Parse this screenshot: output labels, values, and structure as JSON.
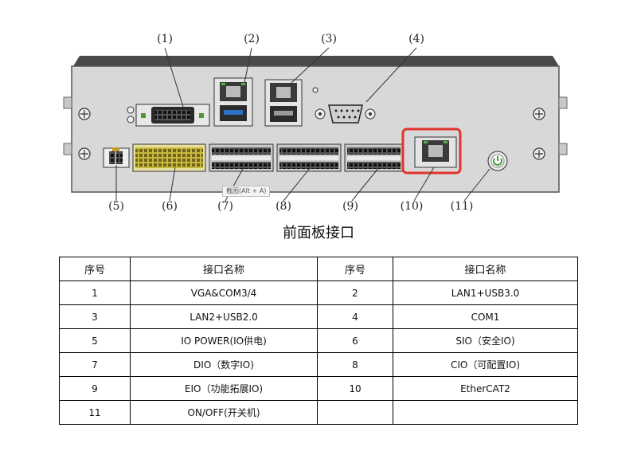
{
  "figure": {
    "callouts": [
      "(1)",
      "(2)",
      "(3)",
      "(4)",
      "(5)",
      "(6)",
      "(7)",
      "(8)",
      "(9)",
      "(10)",
      "(11)"
    ],
    "caption": "前面板接口",
    "tooltip": "截图(Alt + A)",
    "highlight_color": "#e0352b",
    "power_led_color": "#3a9a3a"
  },
  "table": {
    "headers": [
      "序号",
      "接口名称",
      "序号",
      "接口名称"
    ],
    "rows": [
      [
        "1",
        "VGA&COM3/4",
        "2",
        "LAN1+USB3.0"
      ],
      [
        "3",
        "LAN2+USB2.0",
        "4",
        "COM1"
      ],
      [
        "5",
        "IO POWER(IO供电)",
        "6",
        "SIO（安全IO)"
      ],
      [
        "7",
        "DIO（数字IO)",
        "8",
        "CIO（可配置IO)"
      ],
      [
        "9",
        "EIO（功能拓展IO)",
        "10",
        "EtherCAT2"
      ],
      [
        "11",
        "ON/OFF(开关机)",
        "",
        ""
      ]
    ]
  }
}
